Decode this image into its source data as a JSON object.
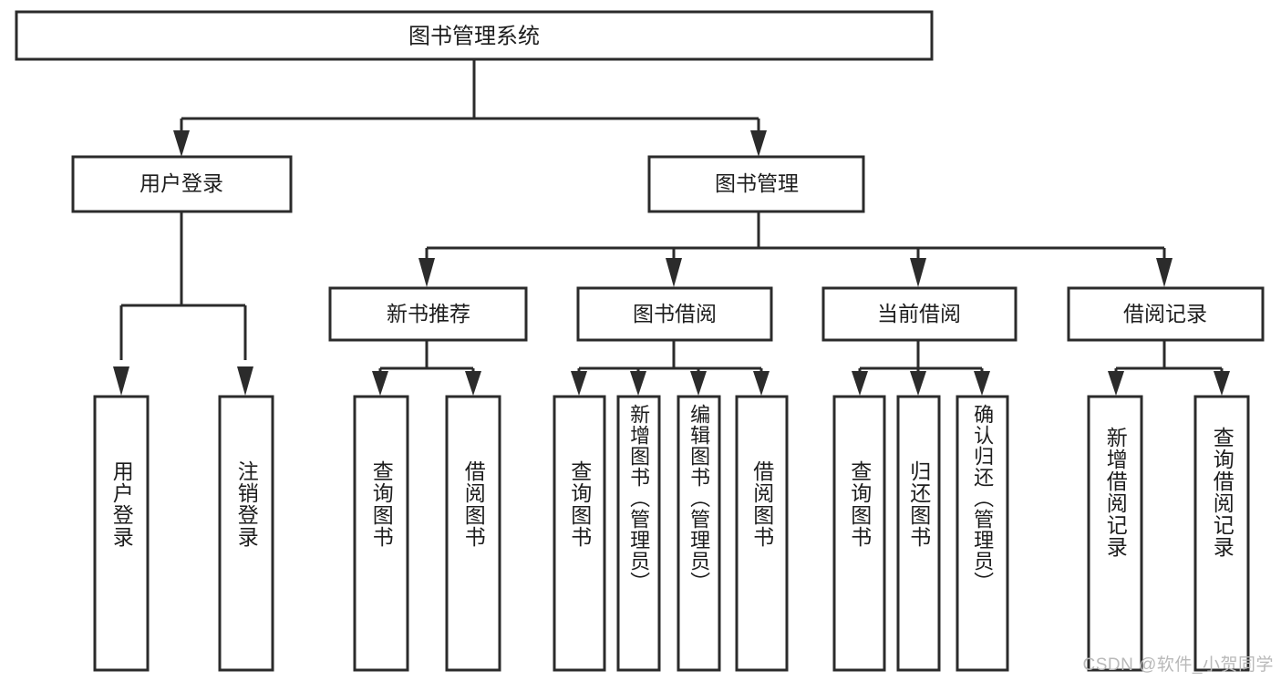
{
  "diagram": {
    "type": "tree-hierarchy-chart",
    "title": "图书管理系统",
    "watermark": "CSDN @软件_小贺同学",
    "colors": {
      "stroke": "#2b2b2b",
      "box_fill": "#ffffff",
      "text": "#1d1d1d",
      "background": "#ffffff",
      "watermark": "#b9b9b9"
    },
    "levels": {
      "level1": [
        {
          "id": "root",
          "label": "图书管理系统"
        }
      ],
      "level2": [
        {
          "id": "user-login",
          "label": "用户登录",
          "parent": "root"
        },
        {
          "id": "book-manage",
          "label": "图书管理",
          "parent": "root"
        }
      ],
      "level3": [
        {
          "id": "new-book-recommend",
          "label": "新书推荐",
          "parent": "book-manage"
        },
        {
          "id": "book-borrow",
          "label": "图书借阅",
          "parent": "book-manage"
        },
        {
          "id": "current-borrow",
          "label": "当前借阅",
          "parent": "book-manage"
        },
        {
          "id": "borrow-record",
          "label": "借阅记录",
          "parent": "book-manage"
        }
      ],
      "leaves": [
        {
          "id": "leaf-user-login",
          "label": "用户登录",
          "parent": "user-login"
        },
        {
          "id": "leaf-logout-login",
          "label": "注销登录",
          "parent": "user-login"
        },
        {
          "id": "leaf-query-book-1",
          "label": "查询图书",
          "parent": "new-book-recommend"
        },
        {
          "id": "leaf-borrow-book-1",
          "label": "借阅图书",
          "parent": "new-book-recommend"
        },
        {
          "id": "leaf-query-book-2",
          "label": "查询图书",
          "parent": "book-borrow"
        },
        {
          "id": "leaf-add-book",
          "label": "新增图书（管理员）",
          "parent": "book-borrow"
        },
        {
          "id": "leaf-edit-book",
          "label": "编辑图书（管理员）",
          "parent": "book-borrow"
        },
        {
          "id": "leaf-borrow-book-2",
          "label": "借阅图书",
          "parent": "book-borrow"
        },
        {
          "id": "leaf-query-book-3",
          "label": "查询图书",
          "parent": "current-borrow"
        },
        {
          "id": "leaf-return-book",
          "label": "归还图书",
          "parent": "current-borrow"
        },
        {
          "id": "leaf-confirm-return",
          "label": "确认归还（管理员）",
          "parent": "current-borrow"
        },
        {
          "id": "leaf-add-record",
          "label": "新增借阅记录",
          "parent": "borrow-record"
        },
        {
          "id": "leaf-query-record",
          "label": "查询借阅记录",
          "parent": "borrow-record"
        }
      ]
    }
  }
}
